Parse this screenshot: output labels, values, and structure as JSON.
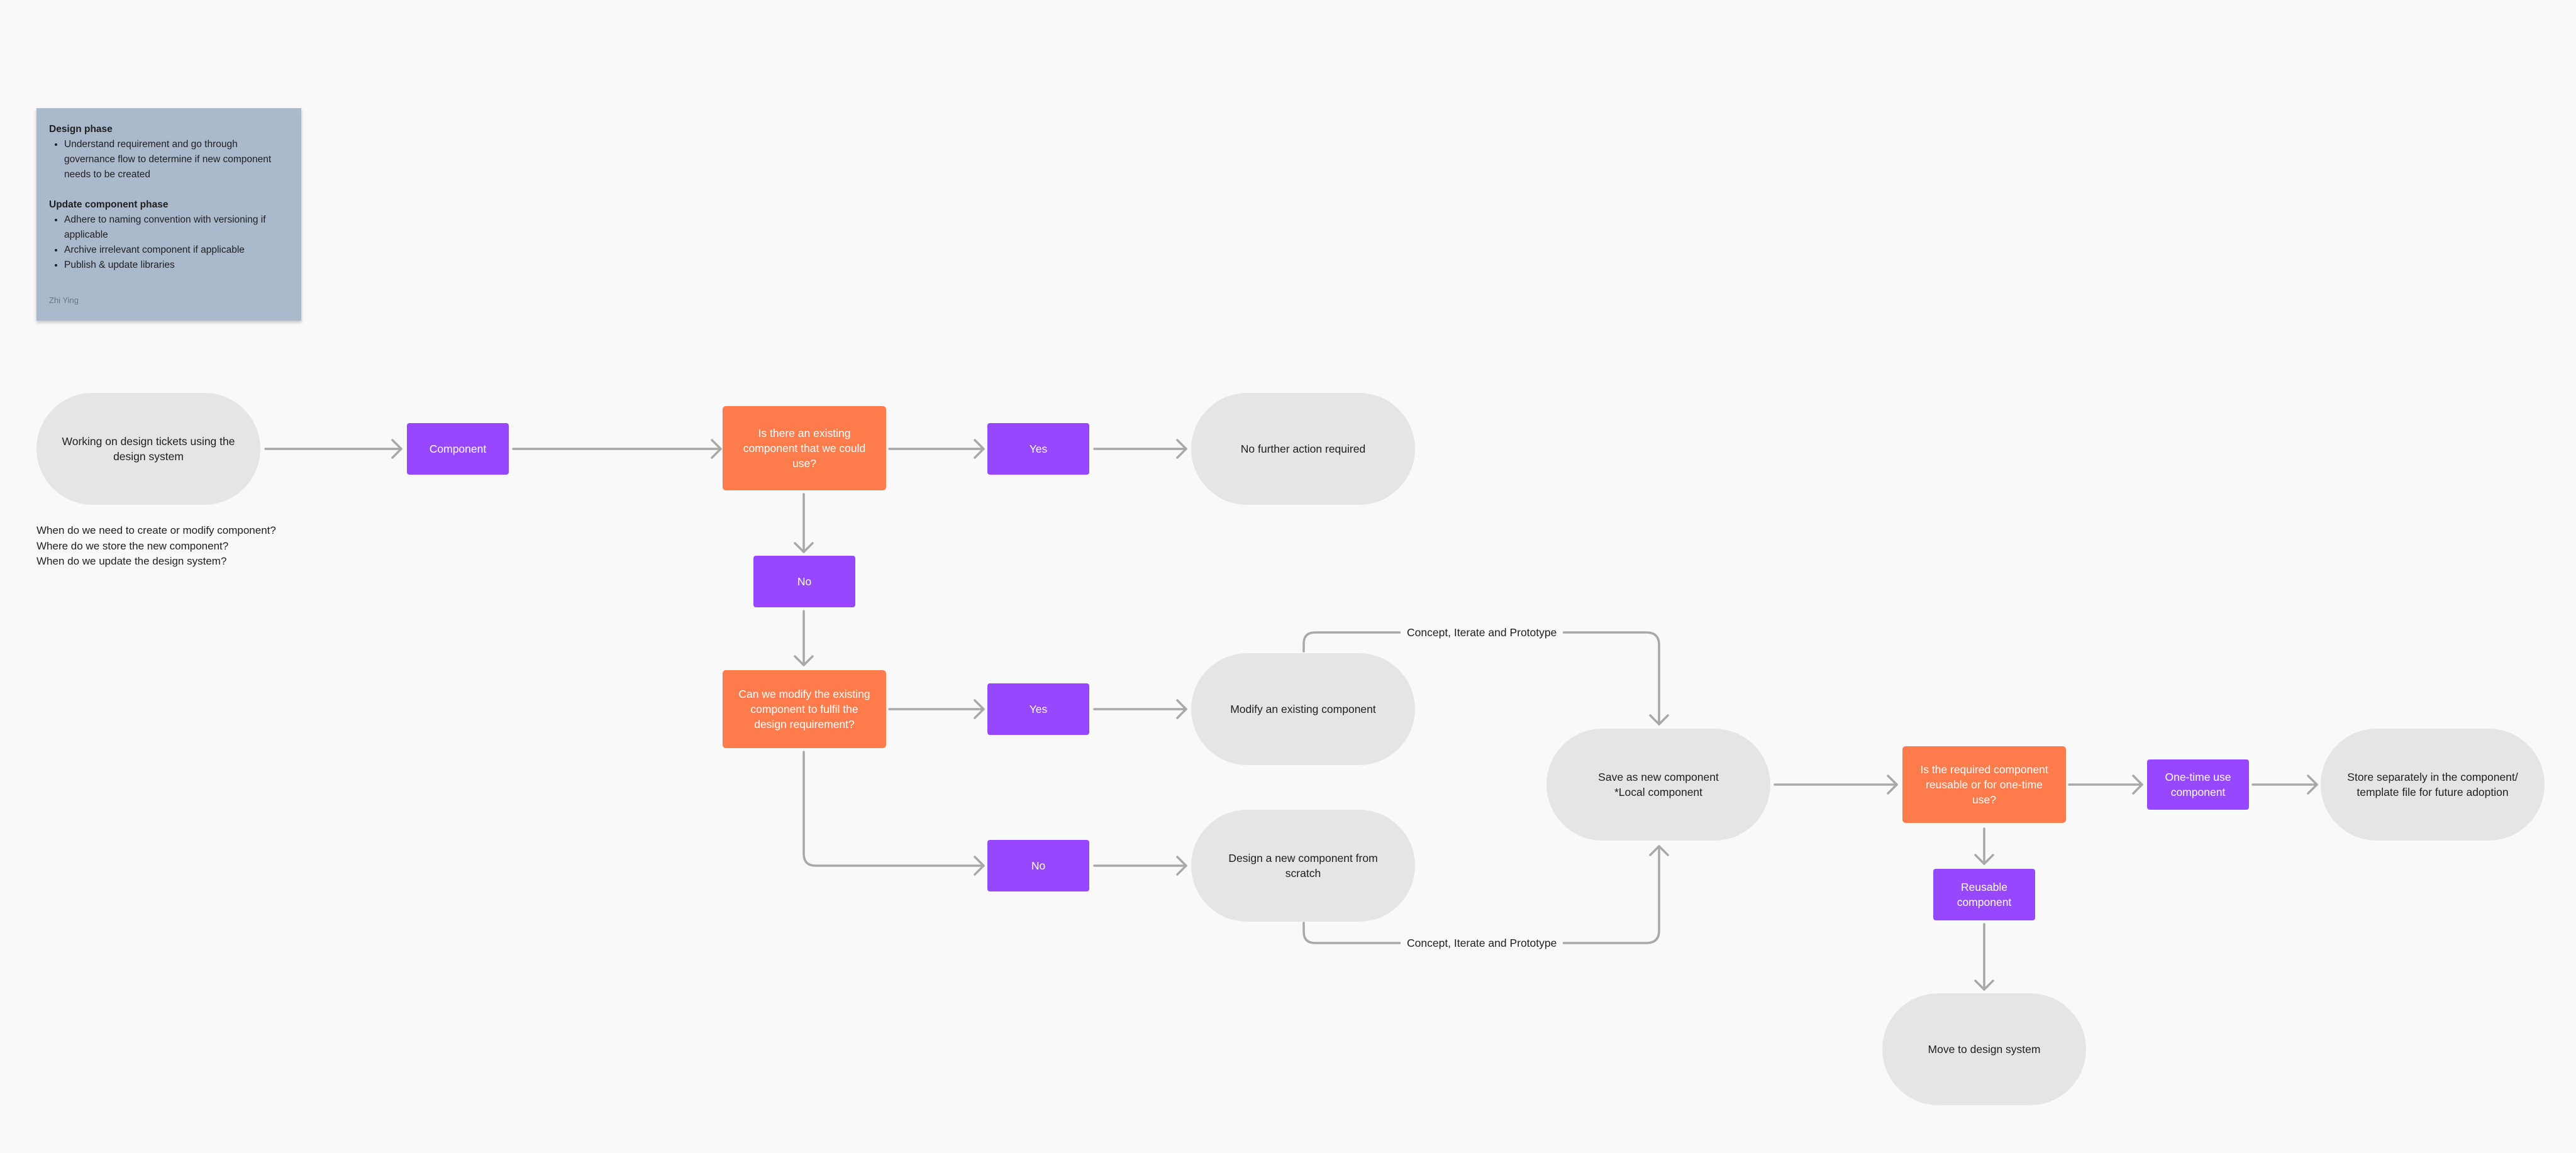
{
  "sticky_note": {
    "sections": [
      {
        "heading": "Design phase",
        "bullets": [
          "Understand requirement and go through governance flow to determine if new component needs to be created"
        ]
      },
      {
        "heading": "Update component phase",
        "bullets": [
          "Adhere to naming convention with versioning if applicable",
          "Archive irrelevant component if applicable",
          "Publish & update libraries"
        ]
      }
    ],
    "author": "Zhi Ying"
  },
  "questions": [
    "When do we need to create or modify component?",
    "Where do we store the new component?",
    "When do we update the design system?"
  ],
  "nodes": {
    "working_on_tickets": "Working on design tickets using the design system",
    "component": "Component",
    "existing_component_question": "Is there an existing component that we could use?",
    "yes_1": "Yes",
    "no_further_action": "No further action required",
    "no_1": "No",
    "modify_question": "Can we modify the existing component to fulfil the design requirement?",
    "yes_2": "Yes",
    "modify_existing": "Modify an existing component",
    "no_2": "No",
    "design_new": "Design a new component from scratch",
    "save_new": "Save as new component\n*Local component",
    "reusable_question": "Is the required component reusable or for one-time use?",
    "one_time_use": "One-time use component",
    "store_separately": "Store separately in the component/ template file for future adoption",
    "reusable_component": "Reusable component",
    "move_to_design_system": "Move to design system"
  },
  "edge_labels": {
    "top_loop": "Concept, Iterate and Prototype",
    "bottom_loop": "Concept, Iterate and Prototype"
  },
  "colors": {
    "canvas": "#f9f9f9",
    "terminal": "#e5e5e5",
    "decision": "#fe7c4b",
    "process": "#9747fe",
    "sticky": "#abb9cd",
    "connector": "#a8a8a8"
  }
}
